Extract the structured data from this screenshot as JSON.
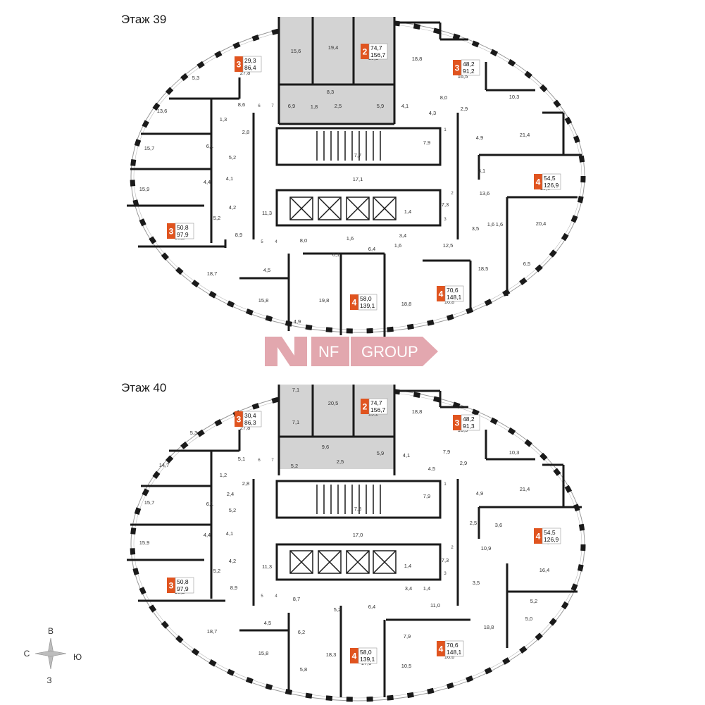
{
  "watermark": {
    "logo_text": "NF",
    "group_text": "GROUP",
    "color": "#d98a94"
  },
  "colors": {
    "badge": "#e0541f",
    "highlight": "#d3d3d3",
    "wall": "#1a1a1a"
  },
  "compass": {
    "north": "В",
    "west": "С",
    "east": "Ю",
    "south": "З"
  },
  "floors": [
    {
      "title": "Этаж 39",
      "badges": [
        {
          "rooms": "3",
          "living": "29,3",
          "total": "86,4"
        },
        {
          "rooms": "2",
          "living": "74,7",
          "total": "156,7"
        },
        {
          "rooms": "3",
          "living": "48,2",
          "total": "91,2"
        },
        {
          "rooms": "4",
          "living": "54,5",
          "total": "126,9"
        },
        {
          "rooms": "3",
          "living": "50,8",
          "total": "97,9"
        },
        {
          "rooms": "4",
          "living": "58,0",
          "total": "139,1"
        },
        {
          "rooms": "4",
          "living": "70,6",
          "total": "148,1"
        }
      ],
      "areas": [
        "15,6",
        "19,4",
        "19,2",
        "18,8",
        "16,5",
        "27,8",
        "5,3",
        "8,6",
        "13,6",
        "1,3",
        "2,8",
        "15,7",
        "6,1",
        "5,2",
        "15,9",
        "4,4",
        "4,1",
        "4,2",
        "16,2",
        "5,2",
        "8,9",
        "11,3",
        "18,7",
        "4,5",
        "15,8",
        "4,9",
        "8,0",
        "6,1",
        "19,8",
        "22,1",
        "18,8",
        "16,8",
        "8,3",
        "6,9",
        "1,8",
        "2,5",
        "5,9",
        "4,1",
        "8,0",
        "4,3",
        "2,9",
        "10,3",
        "21,4",
        "4,9",
        "3,1",
        "19,5",
        "13,6",
        "20,4",
        "7,9",
        "7,7",
        "17,1",
        "1,4",
        "7,3",
        "1,6",
        "1,6",
        "3,4",
        "6,4",
        "1,6",
        "12,5",
        "3,5",
        "1,6",
        "18,5",
        "6,5"
      ],
      "small_labels": [
        "6",
        "7",
        "5",
        "4",
        "1",
        "2",
        "3"
      ]
    },
    {
      "title": "Этаж 40",
      "badges": [
        {
          "rooms": "3",
          "living": "30,4",
          "total": "86,3"
        },
        {
          "rooms": "2",
          "living": "74,7",
          "total": "156,7"
        },
        {
          "rooms": "3",
          "living": "48,2",
          "total": "91,3"
        },
        {
          "rooms": "4",
          "living": "54,5",
          "total": "126,9"
        },
        {
          "rooms": "3",
          "living": "50,8",
          "total": "97,9"
        },
        {
          "rooms": "4",
          "living": "58,0",
          "total": "139,1"
        },
        {
          "rooms": "4",
          "living": "70,6",
          "total": "148,1"
        }
      ],
      "areas": [
        "7,1",
        "20,5",
        "7,1",
        "19,2",
        "18,8",
        "16,5",
        "27,8",
        "5,3",
        "5,1",
        "14,7",
        "1,2",
        "2,8",
        "15,7",
        "6,1",
        "2,4",
        "5,2",
        "15,9",
        "4,4",
        "4,1",
        "4,2",
        "16,2",
        "5,2",
        "8,9",
        "11,3",
        "18,7",
        "4,5",
        "15,8",
        "6,2",
        "5,8",
        "18,3",
        "17,6",
        "8,7",
        "5,2",
        "6,4",
        "9,6",
        "5,2",
        "2,5",
        "5,9",
        "4,1",
        "7,9",
        "4,5",
        "2,9",
        "10,3",
        "21,4",
        "4,9",
        "2,5",
        "3,6",
        "18,6",
        "10,9",
        "16,4",
        "7,8",
        "7,9",
        "17,0",
        "1,4",
        "7,3",
        "3,4",
        "1,4",
        "11,0",
        "3,5",
        "18,8",
        "5,2",
        "5,0",
        "7,9",
        "16,6",
        "10,5"
      ],
      "small_labels": [
        "6",
        "7",
        "5",
        "4",
        "1",
        "2",
        "3"
      ]
    }
  ]
}
